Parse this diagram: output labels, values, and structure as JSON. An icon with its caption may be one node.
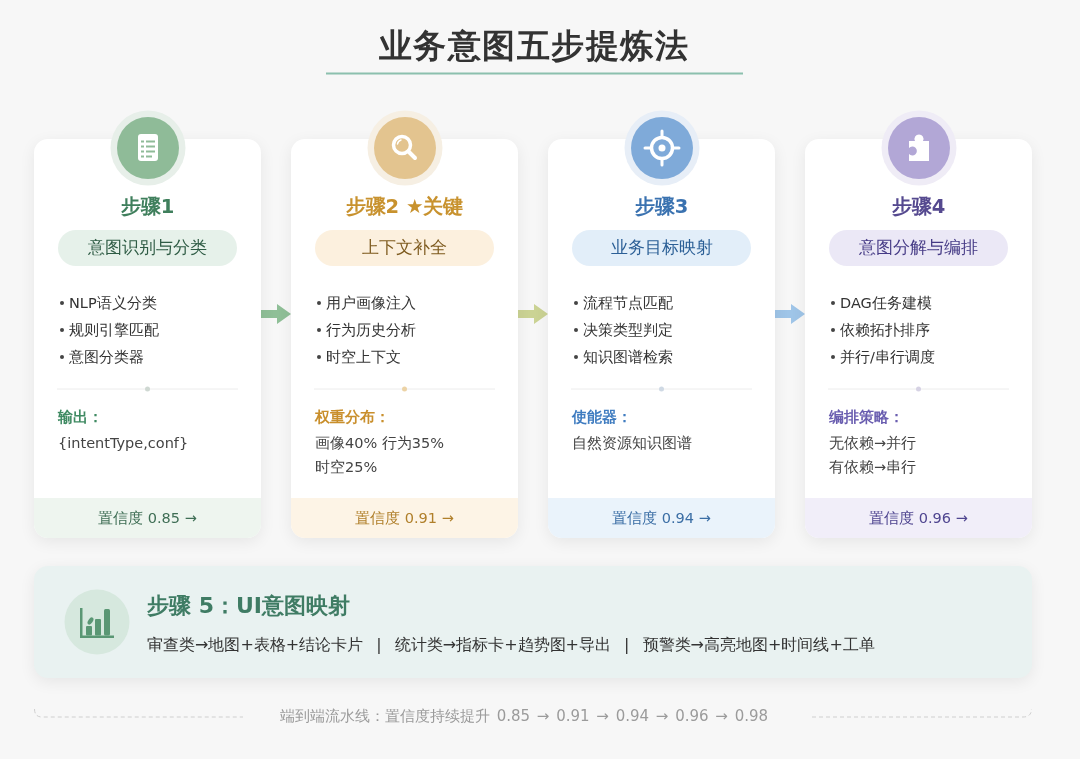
{
  "diagram": {
    "title": "业务意图五步提炼法",
    "nodes": [
      {
        "text": [
          "步骤1",
          "NLP语义分类",
          "规则引擎匹配",
          "意图分类器",
          "输出：",
          "{intentType,conf}"
        ]
      },
      {
        "text": [
          "意图识别与分类"
        ],
        "in": 0
      },
      {
        "text": [
          "置信度 0.85 →"
        ],
        "in": 0
      },
      {
        "text": [
          "步骤2 ★关键",
          "用户画像注入",
          "行为历史分析",
          "时空上下文",
          "权重分布：",
          "画像40% 行为35%",
          "时空25%"
        ]
      },
      {
        "text": [
          "上下文补全"
        ],
        "in": 3
      },
      {
        "text": [
          "置信度 0.91 →"
        ],
        "in": 3
      },
      {
        "text": [
          "步骤3",
          "流程节点匹配",
          "决策类型判定",
          "知识图谱检索",
          "使能器：",
          "自然资源知识图谱"
        ]
      },
      {
        "text": [
          "业务目标映射"
        ],
        "in": 6
      },
      {
        "text": [
          "置信度 0.94 →"
        ],
        "in": 6
      },
      {
        "text": [
          "步骤4",
          "DAG任务建模",
          "依赖拓扑排序",
          "并行/串行调度",
          "编排策略：",
          "无依赖→并行",
          "有依赖→串行"
        ]
      },
      {
        "text": [
          "意图分解与编排"
        ],
        "in": 9
      },
      {
        "text": [
          "置信度 0.96 →"
        ],
        "in": 9
      },
      {
        "text": [
          "步骤 5：UI意图映射",
          "审查类→地图+表格+结论卡片 | 统计类→指标卡+趋势图+导出 | 预警类→高亮地图+时间线+工单"
        ]
      }
    ],
    "edges": [
      {
        "from": 0,
        "to": 3,
        "arrow": "to",
        "color": "#8fbf97"
      },
      {
        "from": 3,
        "to": 6,
        "arrow": "to",
        "color": "#cbd394"
      },
      {
        "from": 6,
        "to": 9,
        "arrow": "to",
        "color": "#9fc5e8"
      }
    ],
    "labels": [
      "端到端流水线：置信度持续提升 0.85 → 0.91 → 0.94 → 0.96 → 0.98"
    ]
  }
}
